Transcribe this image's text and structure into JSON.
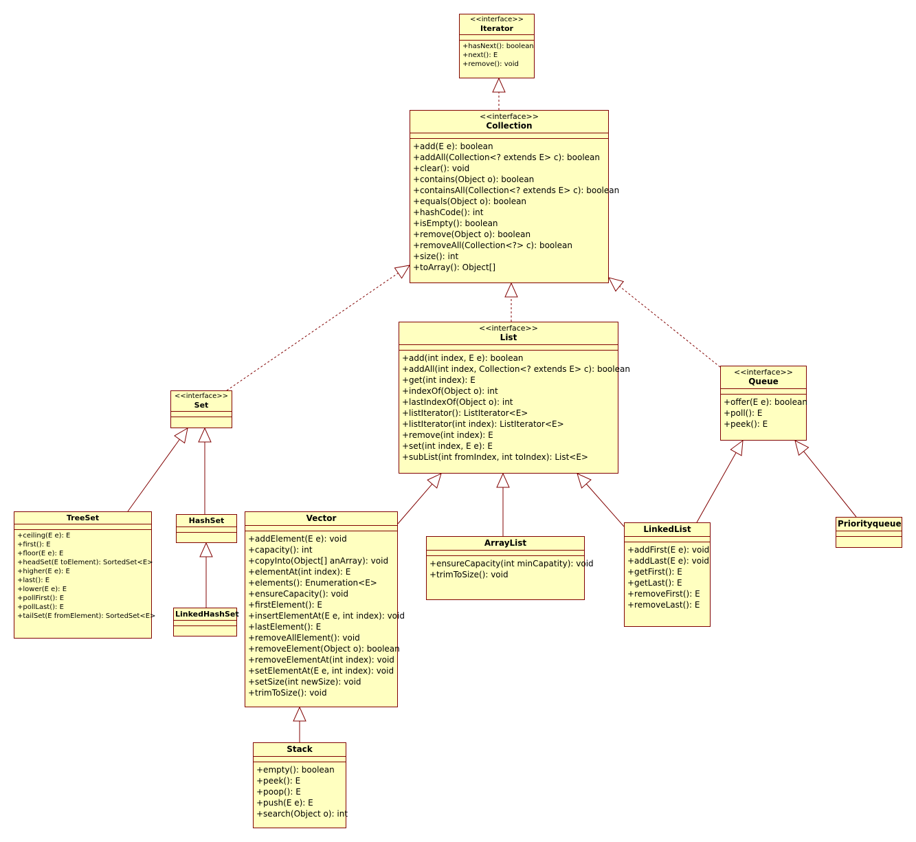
{
  "colors": {
    "fill": "#ffffc0",
    "stroke": "#800000",
    "text": "#000000"
  },
  "classes": {
    "iterator": {
      "stereotype": "<<interface>>",
      "name": "Iterator",
      "operations": [
        "+hasNext(): boolean",
        "+next(): E",
        "+remove(): void"
      ]
    },
    "collection": {
      "stereotype": "<<interface>>",
      "name": "Collection",
      "operations": [
        "+add(E e): boolean",
        "+addAll(Collection<? extends E> c): boolean",
        "+clear(): void",
        "+contains(Object o): boolean",
        "+containsAll(Collection<? extends E> c): boolean",
        "+equals(Object o): boolean",
        "+hashCode(): int",
        "+isEmpty(): boolean",
        "+remove(Object o): boolean",
        "+removeAll(Collection<?> c): boolean",
        "+size(): int",
        "+toArray(): Object[]"
      ]
    },
    "list": {
      "stereotype": "<<interface>>",
      "name": "List",
      "operations": [
        "+add(int index, E e): boolean",
        "+addAll(int index, Collection<? extends E> c): boolean",
        "+get(int index): E",
        "+indexOf(Object o): int",
        "+lastIndexOf(Object o): int",
        "+listIterator(): ListIterator<E>",
        "+listIterator(int index): ListIterator<E>",
        "+remove(int index): E",
        "+set(int index, E e): E",
        "+subList(int fromIndex, int toIndex): List<E>"
      ]
    },
    "queue": {
      "stereotype": "<<interface>>",
      "name": "Queue",
      "operations": [
        "+offer(E e): boolean",
        "+poll(): E",
        "+peek(): E"
      ]
    },
    "set": {
      "stereotype": "<<interface>>",
      "name": "Set",
      "operations": []
    },
    "treeset": {
      "name": "TreeSet",
      "operations": [
        "+ceiling(E e): E",
        "+first(): E",
        "+floor(E e): E",
        "+headSet(E toElement): SortedSet<E>",
        "+higher(E e): E",
        "+last(): E",
        "+lower(E e): E",
        "+pollFirst(): E",
        "+pollLast(): E",
        "+tailSet(E fromElement): SortedSet<E>"
      ]
    },
    "hashset": {
      "name": "HashSet",
      "operations": []
    },
    "linkedhashset": {
      "name": "LinkedHashSet",
      "operations": []
    },
    "vector": {
      "name": "Vector",
      "operations": [
        "+addElement(E e): void",
        "+capacity(): int",
        "+copyInto(Object[] anArray): void",
        "+elementAt(int index): E",
        "+elements(): Enumeration<E>",
        "+ensureCapacity(): void",
        "+firstElement(): E",
        "+insertElementAt(E e, int index): void",
        "+lastElement(): E",
        "+removeAllElement(): void",
        "+removeElement(Object o): boolean",
        "+removeElementAt(int index): void",
        "+setElementAt(E e, int index): void",
        "+setSize(int newSize): void",
        "+trimToSize(): void"
      ]
    },
    "stack": {
      "name": "Stack",
      "operations": [
        "+empty(): boolean",
        "+peek(): E",
        "+poop(): E",
        "+push(E e): E",
        "+search(Object o): int"
      ]
    },
    "arraylist": {
      "name": "ArrayList",
      "operations": [
        "+ensureCapacity(int minCapatity): void",
        "+trimToSize(): void"
      ]
    },
    "linkedlist": {
      "name": "LinkedList",
      "operations": [
        "+addFirst(E e): void",
        "+addLast(E e): void",
        "+getFirst(): E",
        "+getLast(): E",
        "+removeFirst(): E",
        "+removeLast(): E"
      ]
    },
    "priorityqueue": {
      "name": "Priorityqueue",
      "operations": []
    }
  },
  "relations": [
    {
      "from": "collection",
      "to": "iterator",
      "kind": "realization"
    },
    {
      "from": "list",
      "to": "collection",
      "kind": "realization"
    },
    {
      "from": "set",
      "to": "collection",
      "kind": "realization"
    },
    {
      "from": "queue",
      "to": "collection",
      "kind": "realization"
    },
    {
      "from": "treeset",
      "to": "set",
      "kind": "generalization"
    },
    {
      "from": "hashset",
      "to": "set",
      "kind": "generalization"
    },
    {
      "from": "linkedhashset",
      "to": "hashset",
      "kind": "generalization"
    },
    {
      "from": "vector",
      "to": "list",
      "kind": "generalization"
    },
    {
      "from": "arraylist",
      "to": "list",
      "kind": "generalization"
    },
    {
      "from": "linkedlist",
      "to": "list",
      "kind": "generalization"
    },
    {
      "from": "stack",
      "to": "vector",
      "kind": "generalization"
    },
    {
      "from": "linkedlist",
      "to": "queue",
      "kind": "generalization"
    },
    {
      "from": "priorityqueue",
      "to": "queue",
      "kind": "generalization"
    }
  ]
}
